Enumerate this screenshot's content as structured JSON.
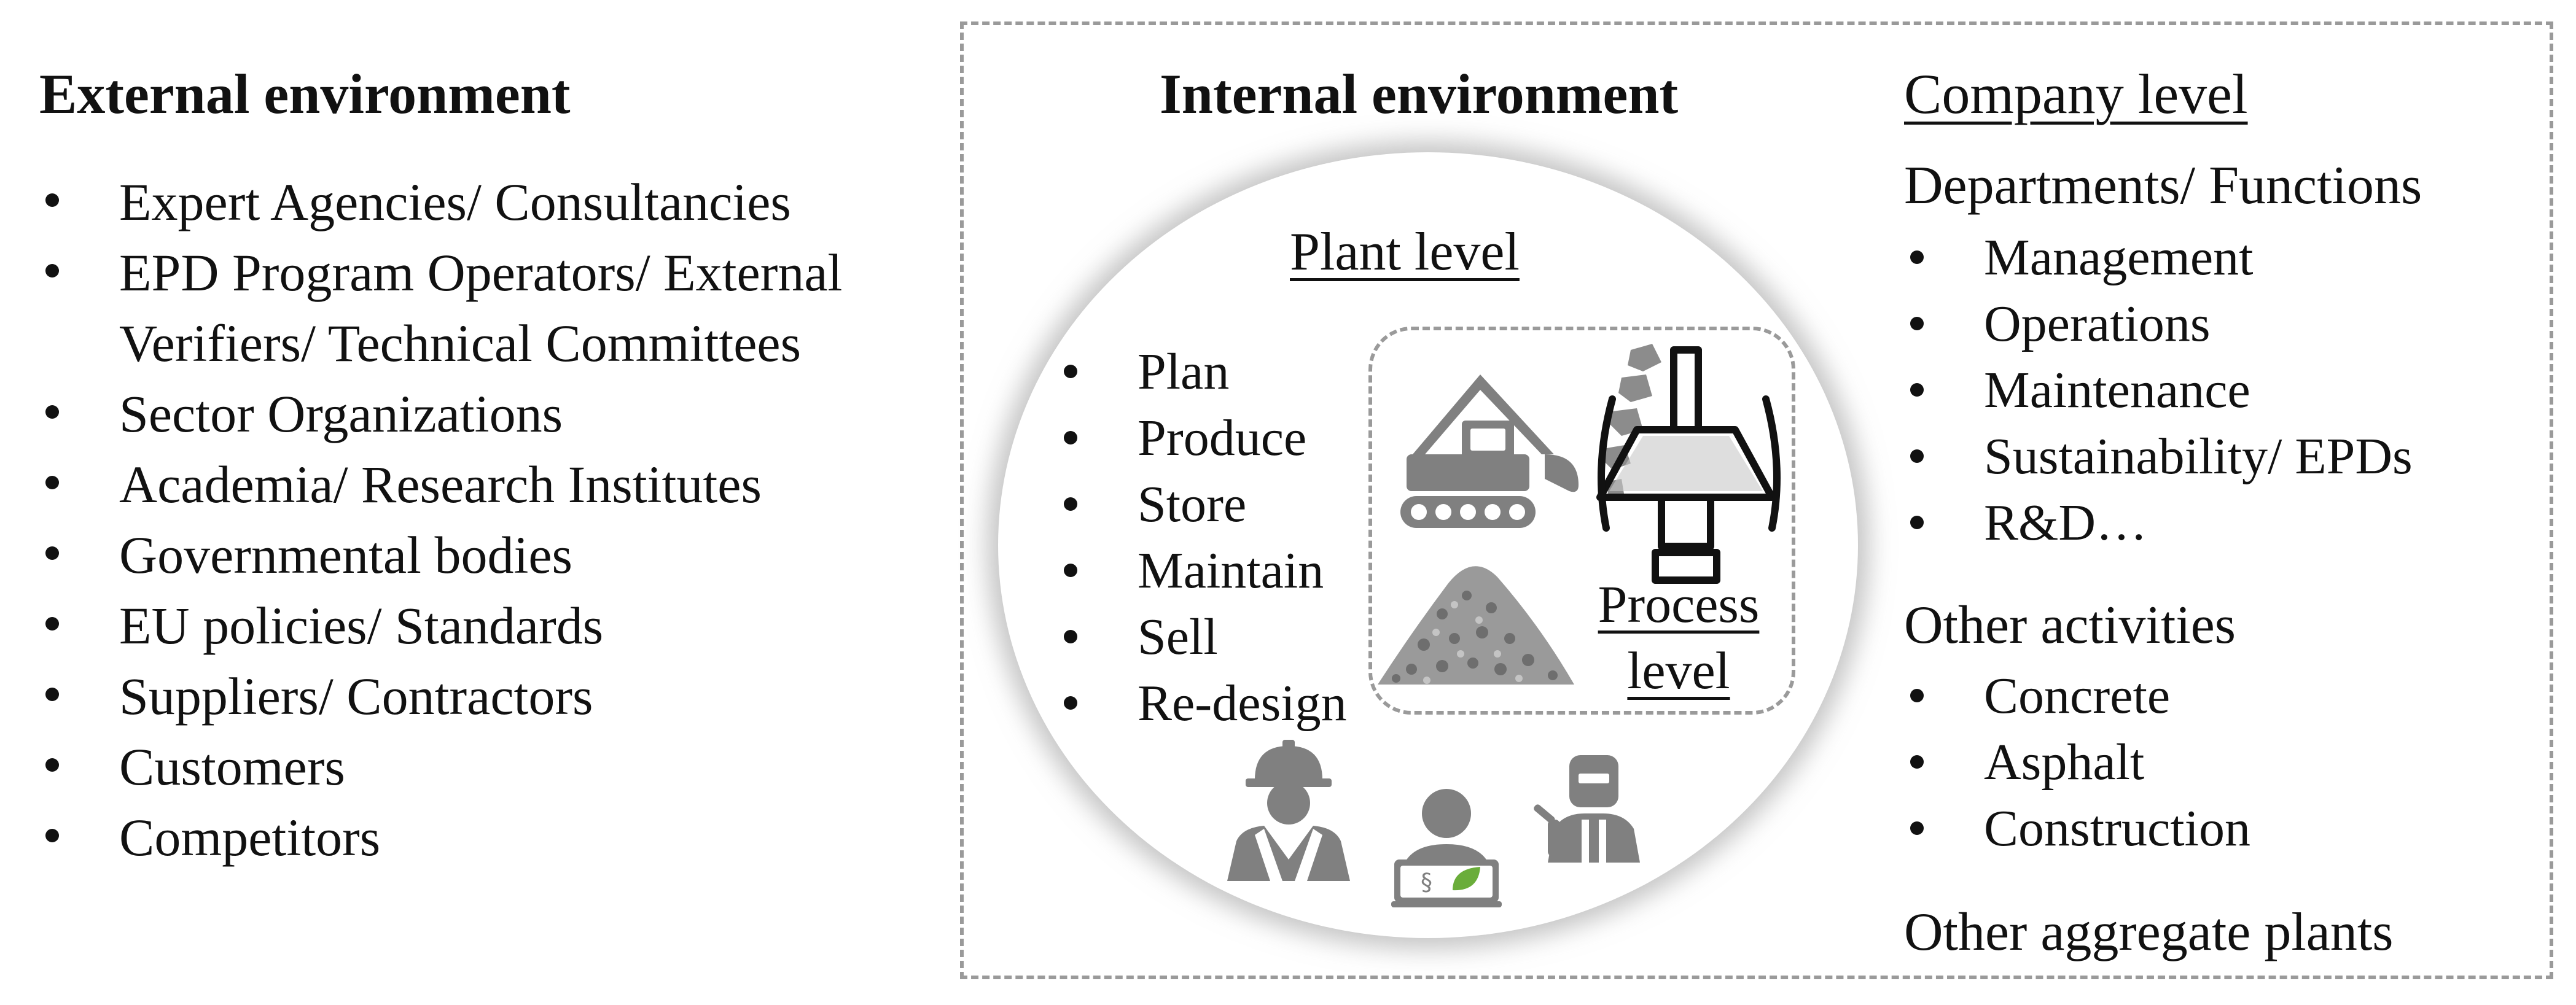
{
  "external": {
    "title": "External environment",
    "items": [
      "Expert Agencies/ Consultancies",
      "EPD Program Operators/ External Verifiers/ Technical Committees",
      "Sector Organizations",
      "Academia/ Research Institutes",
      "Governmental bodies",
      "EU policies/ Standards",
      "Suppliers/ Contractors",
      "Customers",
      "Competitors"
    ]
  },
  "internal": {
    "title": "Internal environment",
    "plant": {
      "title": "Plant level",
      "items": [
        "Plan",
        "Produce",
        "Store",
        "Maintain",
        "Sell",
        "Re-design"
      ]
    },
    "process": {
      "line1": "Process",
      "line2": "level"
    },
    "company": {
      "title": "Company level",
      "departments_title": "Departments/ Functions",
      "departments": [
        "Management",
        "Operations",
        "Maintenance",
        "Sustainability/ EPDs",
        "R&D…"
      ],
      "other_activities_title": "Other activities",
      "other_activities": [
        "Concrete",
        "Asphalt",
        "Construction"
      ],
      "other_plants": "Other aggregate plants"
    }
  },
  "icons": {
    "excavator": "excavator-icon",
    "crusher": "crusher-icon",
    "aggregate_pile": "gravel-pile-icon",
    "worker": "construction-worker-icon",
    "sustainability_officer": "sustainability-officer-icon",
    "welder": "welder-icon",
    "icon_color": "#808080"
  }
}
